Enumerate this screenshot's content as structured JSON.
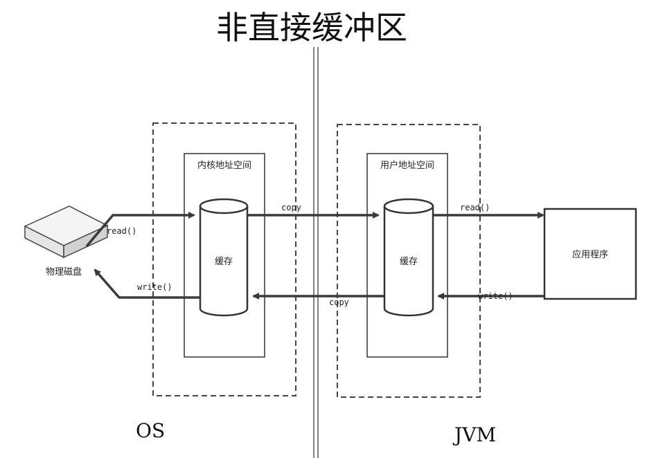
{
  "title": "非直接缓冲区",
  "zones": {
    "os": "OS",
    "jvm": "JVM"
  },
  "containers": {
    "kernel_space": "内核地址空间",
    "user_space": "用户地址空间"
  },
  "nodes": {
    "disk": "物理磁盘",
    "kernel_buffer": "缓存",
    "user_buffer": "缓存",
    "application": "应用程序"
  },
  "edges": {
    "disk_read": "read()",
    "disk_write": "write()",
    "copy_to_user": "copy",
    "copy_to_kernel": "copy",
    "app_read": "read()",
    "app_write": "write()"
  },
  "colors": {
    "stroke": "#333333",
    "arrow": "#3a3a3a",
    "dashed": "#444444",
    "disk_top": "#f4f4f4",
    "disk_side": "#d8d8d8"
  }
}
